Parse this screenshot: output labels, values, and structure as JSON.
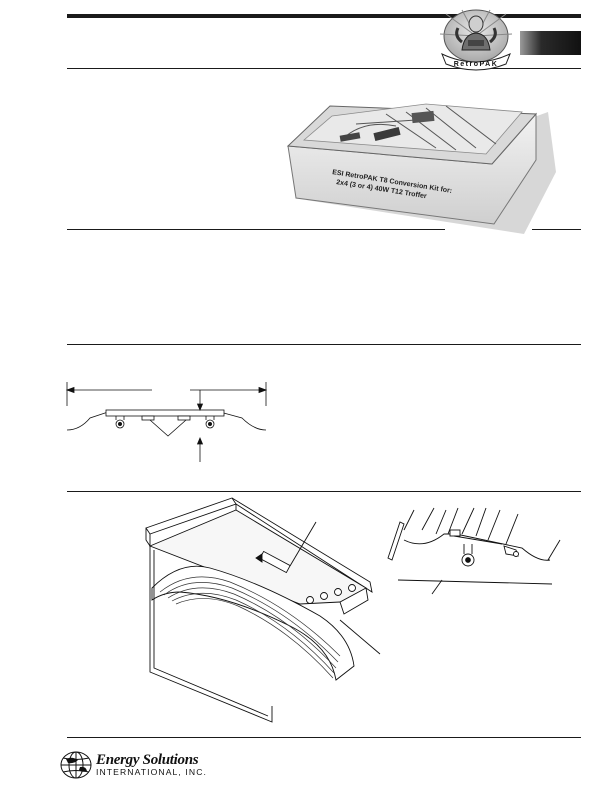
{
  "header": {
    "mascot_label": "RetroPAK",
    "corner_tab_color": "#2a2a2a"
  },
  "product_photo": {
    "box_label_line1": "ESI RetroPAK T8 Conversion Kit for:",
    "box_label_line2": "2x4 (3 or 4) 40W T12 Troffer"
  },
  "sections": {
    "dimension_diagram": "cross-section-with-dimension-arrows",
    "installation_diagram": "troffer-isometric-and-section-with-leaders"
  },
  "footer": {
    "company_name": "Energy Solutions",
    "company_suffix": "INTERNATIONAL, INC.",
    "logo_icon": "globe-icon"
  }
}
